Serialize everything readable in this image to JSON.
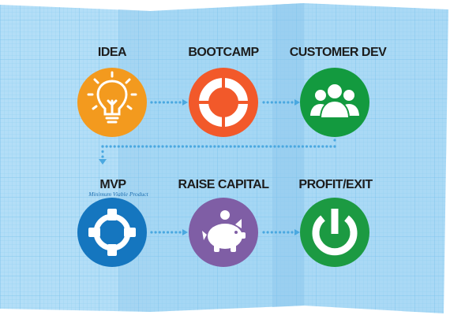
{
  "steps": [
    {
      "title": "IDEA",
      "color": "#f39a1e",
      "icon": "lightbulb-icon"
    },
    {
      "title": "BOOTCAMP",
      "color": "#f2592a",
      "icon": "life-ring-icon"
    },
    {
      "title": "CUSTOMER DEV",
      "color": "#139a3f",
      "icon": "user-group-icon"
    },
    {
      "title": "MVP",
      "subtitle": "Minimum Viable Product",
      "color": "#1576bf",
      "icon": "crosshair-icon"
    },
    {
      "title": "RAISE CAPITAL",
      "color": "#7f5ea5",
      "icon": "piggy-bank-icon"
    },
    {
      "title": "PROFIT/EXIT",
      "color": "#1c9a42",
      "icon": "power-icon"
    }
  ],
  "colors": {
    "map_panel": "#aedcf6",
    "map_panel_dark": "#8fcaee",
    "grid_line": "#8ecdf0",
    "arrow_dots": "#4aa8e0"
  }
}
